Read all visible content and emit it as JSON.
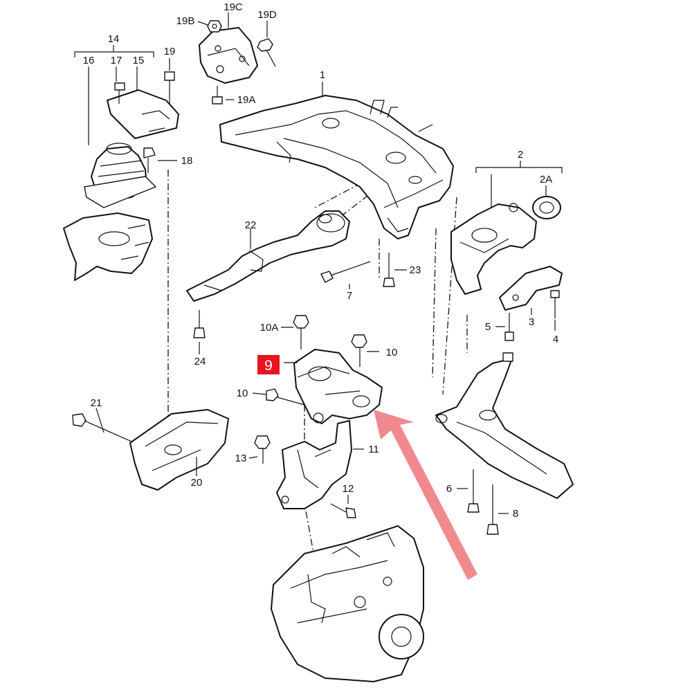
{
  "diagram": {
    "labels": {
      "l1": "1",
      "l2": "2",
      "l2a": "2A",
      "l3": "3",
      "l4": "4",
      "l5": "5",
      "l6": "6",
      "l7": "7",
      "l8": "8",
      "l9": "9",
      "l10a": "10A",
      "l10_right": "10",
      "l10_left": "10",
      "l11": "11",
      "l12": "12",
      "l13": "13",
      "l14": "14",
      "l15": "15",
      "l16": "16",
      "l17": "17",
      "l18": "18",
      "l19": "19",
      "l19a": "19A",
      "l19b": "19B",
      "l19c": "19C",
      "l19d": "19D",
      "l20": "20",
      "l21": "21",
      "l22": "22",
      "l23": "23",
      "l24": "24"
    },
    "highlight": {
      "label": "9",
      "color": "#e8141c",
      "text_color": "#ffffff"
    },
    "arrow_color": "#f08a8f",
    "line_color": "#111111"
  }
}
